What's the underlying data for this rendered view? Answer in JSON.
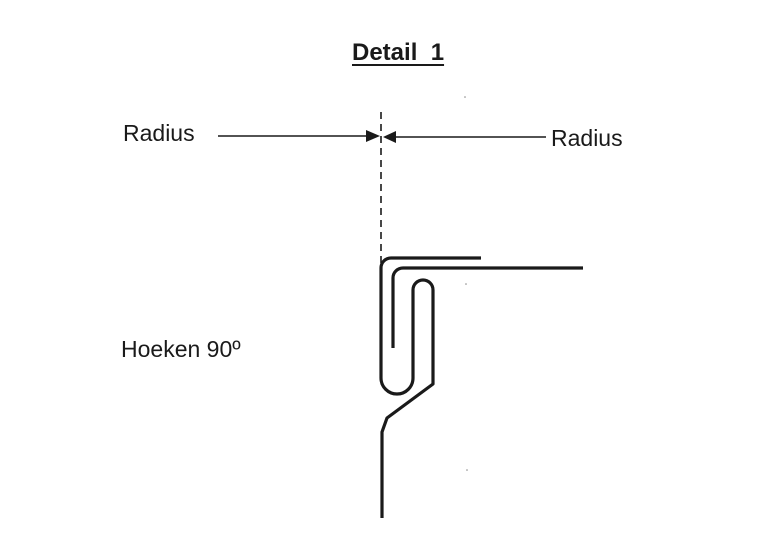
{
  "diagram": {
    "title": "Detail  1",
    "radius_left_label": "Radius",
    "radius_right_label": "Radius",
    "angle_label": "Hoeken 90º"
  },
  "colors": {
    "ink": "#1a1a1a",
    "background": "#ffffff"
  }
}
